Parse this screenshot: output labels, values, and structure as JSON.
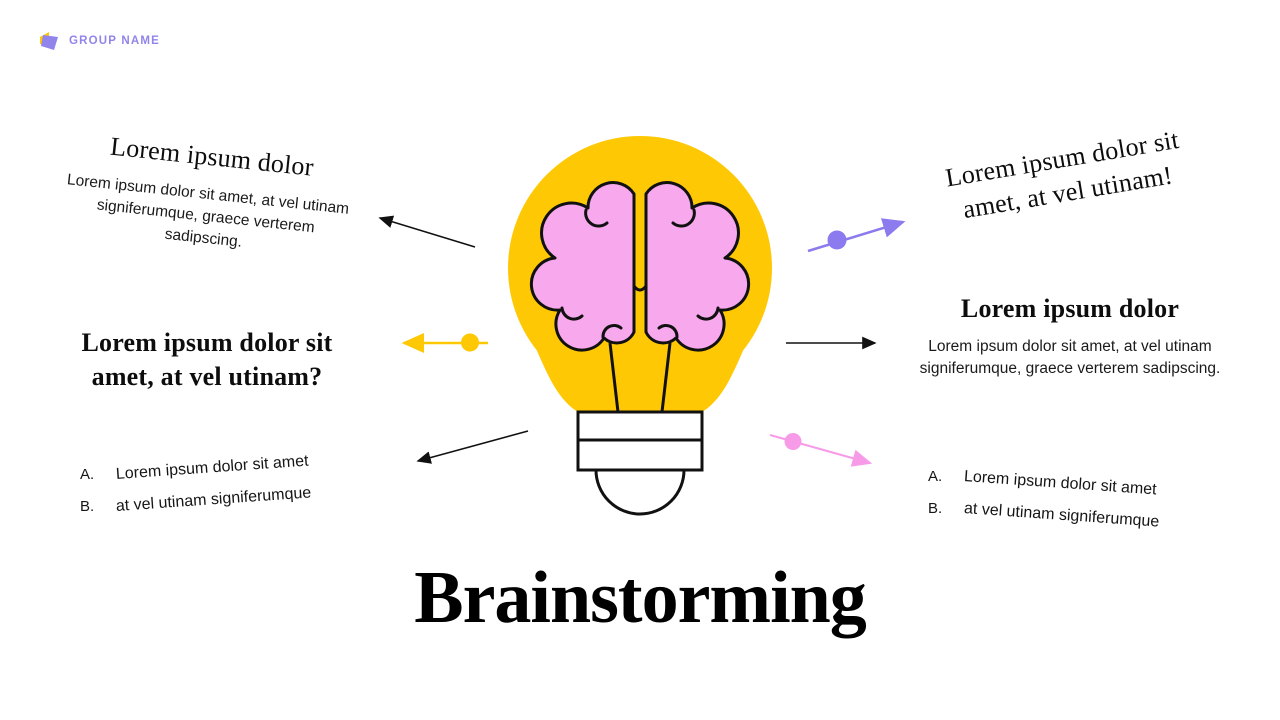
{
  "brand": {
    "name": "GROUP NAME",
    "text_color": "#9184EA"
  },
  "title": {
    "text": "Brainstorming"
  },
  "left": {
    "top": {
      "heading": "Lorem ipsum dolor",
      "body": "Lorem ipsum dolor sit amet, at vel utinam signiferumque, graece verterem sadipscing."
    },
    "middle": {
      "heading_lines": [
        "Lorem ipsum dolor sit",
        "amet, at vel utinam?"
      ]
    },
    "bottom": {
      "items": [
        {
          "marker": "A.",
          "text": "Lorem ipsum dolor sit amet"
        },
        {
          "marker": "B.",
          "text": "at vel utinam signiferumque"
        }
      ]
    }
  },
  "right": {
    "top": {
      "heading_lines": [
        "Lorem ipsum dolor sit",
        "amet, at vel utinam!"
      ]
    },
    "middle": {
      "heading": "Lorem ipsum dolor",
      "body": "Lorem ipsum dolor sit amet, at vel utinam signiferumque, graece verterem sadipscing."
    },
    "bottom": {
      "items": [
        {
          "marker": "A.",
          "text": "Lorem ipsum dolor sit amet"
        },
        {
          "marker": "B.",
          "text": "at vel utinam signiferumque"
        }
      ]
    }
  },
  "illustration": {
    "name": "brain-lightbulb",
    "bulb_color": "#FFC805",
    "brain_color": "#F8A8EC",
    "base_color": "#FFFFFF",
    "outline_color": "#111111"
  },
  "connectors": {
    "purple": "#8C7BEE",
    "yellow": "#FFC805",
    "pink": "#F79BE9",
    "black": "#111111"
  }
}
